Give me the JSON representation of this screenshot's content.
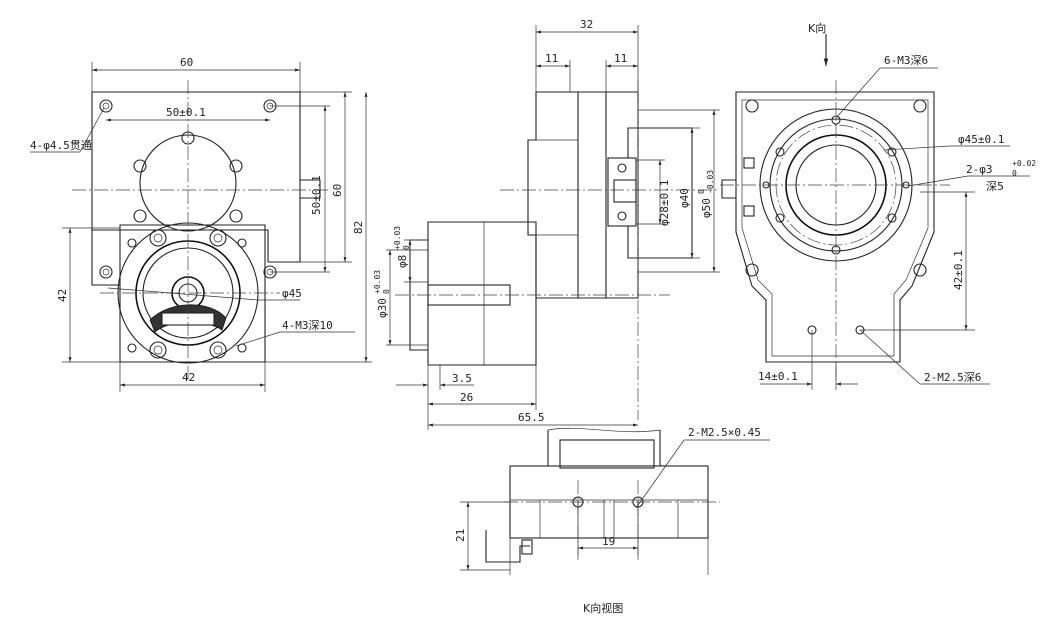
{
  "caption": "K向视图",
  "front_view": {
    "width_top": "60",
    "bolt_spacing": "50±0.1",
    "through_holes": "4-φ4.5贯通",
    "vertical_bolt": "50±0.1",
    "height_60": "60",
    "height_82": "82",
    "left_42": "42",
    "bottom_42": "42",
    "dia_45": "φ45",
    "m3_holes": "4-M3深10"
  },
  "side_view": {
    "top_32": "32",
    "left_11": "11",
    "right_11": "11",
    "dia_8": "φ8",
    "dia_8_tol_up": "+0.03",
    "dia_8_tol_low": "0",
    "dia_30": "φ30",
    "dia_30_tol_up": "+0.03",
    "dia_30_tol_low": "0",
    "dia_28": "φ28±0.1",
    "dia_40": "φ40",
    "dia_50": "φ50",
    "dia_50_tol_up": "0",
    "dia_50_tol_low": "-0.03",
    "len_3_5": "3.5",
    "len_26": "26",
    "len_65_5": "65.5"
  },
  "right_view": {
    "k_dir": "K向",
    "m3_6": "6-M3深6",
    "dia_45": "φ45±0.1",
    "pin_holes": "2-φ3",
    "pin_tol_up": "+0.02",
    "pin_tol_low": "0",
    "depth5": "深5",
    "h42": "42±0.1",
    "w14": "14±0.1",
    "m25_holes": "2-M2.5深6"
  },
  "bottom_view": {
    "m25_thread": "2-M2.5×0.45",
    "h21": "21",
    "w19": "19"
  }
}
